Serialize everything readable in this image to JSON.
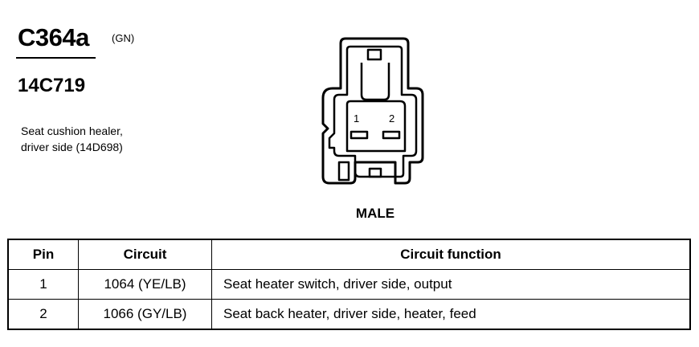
{
  "connector": {
    "id": "C364a",
    "color_code": "(GN)",
    "part_number": "14C719",
    "description_lines": [
      "Seat cushion healer,",
      "driver side (14D698)"
    ],
    "gender": "MALE",
    "pin_labels": [
      "1",
      "2"
    ]
  },
  "table": {
    "headers": [
      "Pin",
      "Circuit",
      "Circuit function"
    ],
    "rows": [
      {
        "pin": "1",
        "circuit": "1064 (YE/LB)",
        "function": "Seat heater switch, driver side, output"
      },
      {
        "pin": "2",
        "circuit": "1066 (GY/LB)",
        "function": "Seat back heater, driver side, heater, feed"
      }
    ]
  }
}
